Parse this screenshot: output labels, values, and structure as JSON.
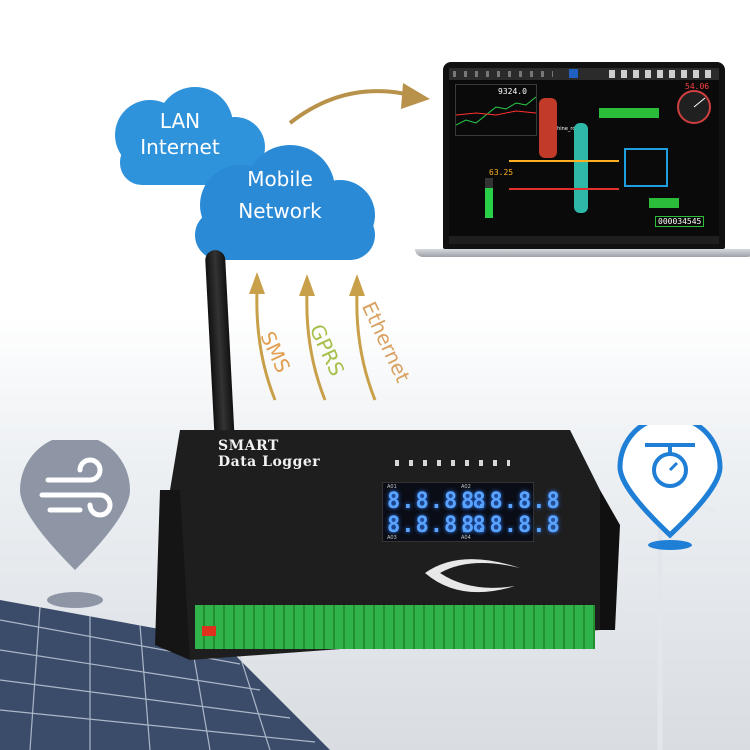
{
  "clouds": {
    "lan_internet": "LAN\nInternet",
    "mobile_network": "Mobile\nNetwork"
  },
  "channels": {
    "sms": "SMS",
    "gprs": "GPRS",
    "ethernet": "Ethernet"
  },
  "device": {
    "brand_line1": "SMART",
    "brand_line2": "Data Logger",
    "displays": [
      {
        "label": "A01",
        "value": "8.8.8.8"
      },
      {
        "label": "A02",
        "value": "8.8.8.8"
      },
      {
        "label": "A03",
        "value": "8.8.8.8"
      },
      {
        "label": "A04",
        "value": "8.8.8.8"
      }
    ]
  },
  "laptop_screen": {
    "gauge_value": "9324.0",
    "left_value": "63.25",
    "right_gauge_value": "54.06",
    "counter_value": "000034545",
    "machine_room_label": "Machine_room"
  },
  "colors": {
    "cloud_blue": "#2f93dc",
    "arrow_gold": "#c9a04a",
    "sms_color": "#e0a050",
    "gprs_color": "#a6c04a",
    "ethernet_color": "#d9a060",
    "pin_blue": "#1f7fd6",
    "pin_gray": "#8e96a6",
    "terminal_green": "#2fb34a"
  },
  "icons": [
    "wind-icon",
    "flow-meter-icon",
    "antenna-icon"
  ]
}
